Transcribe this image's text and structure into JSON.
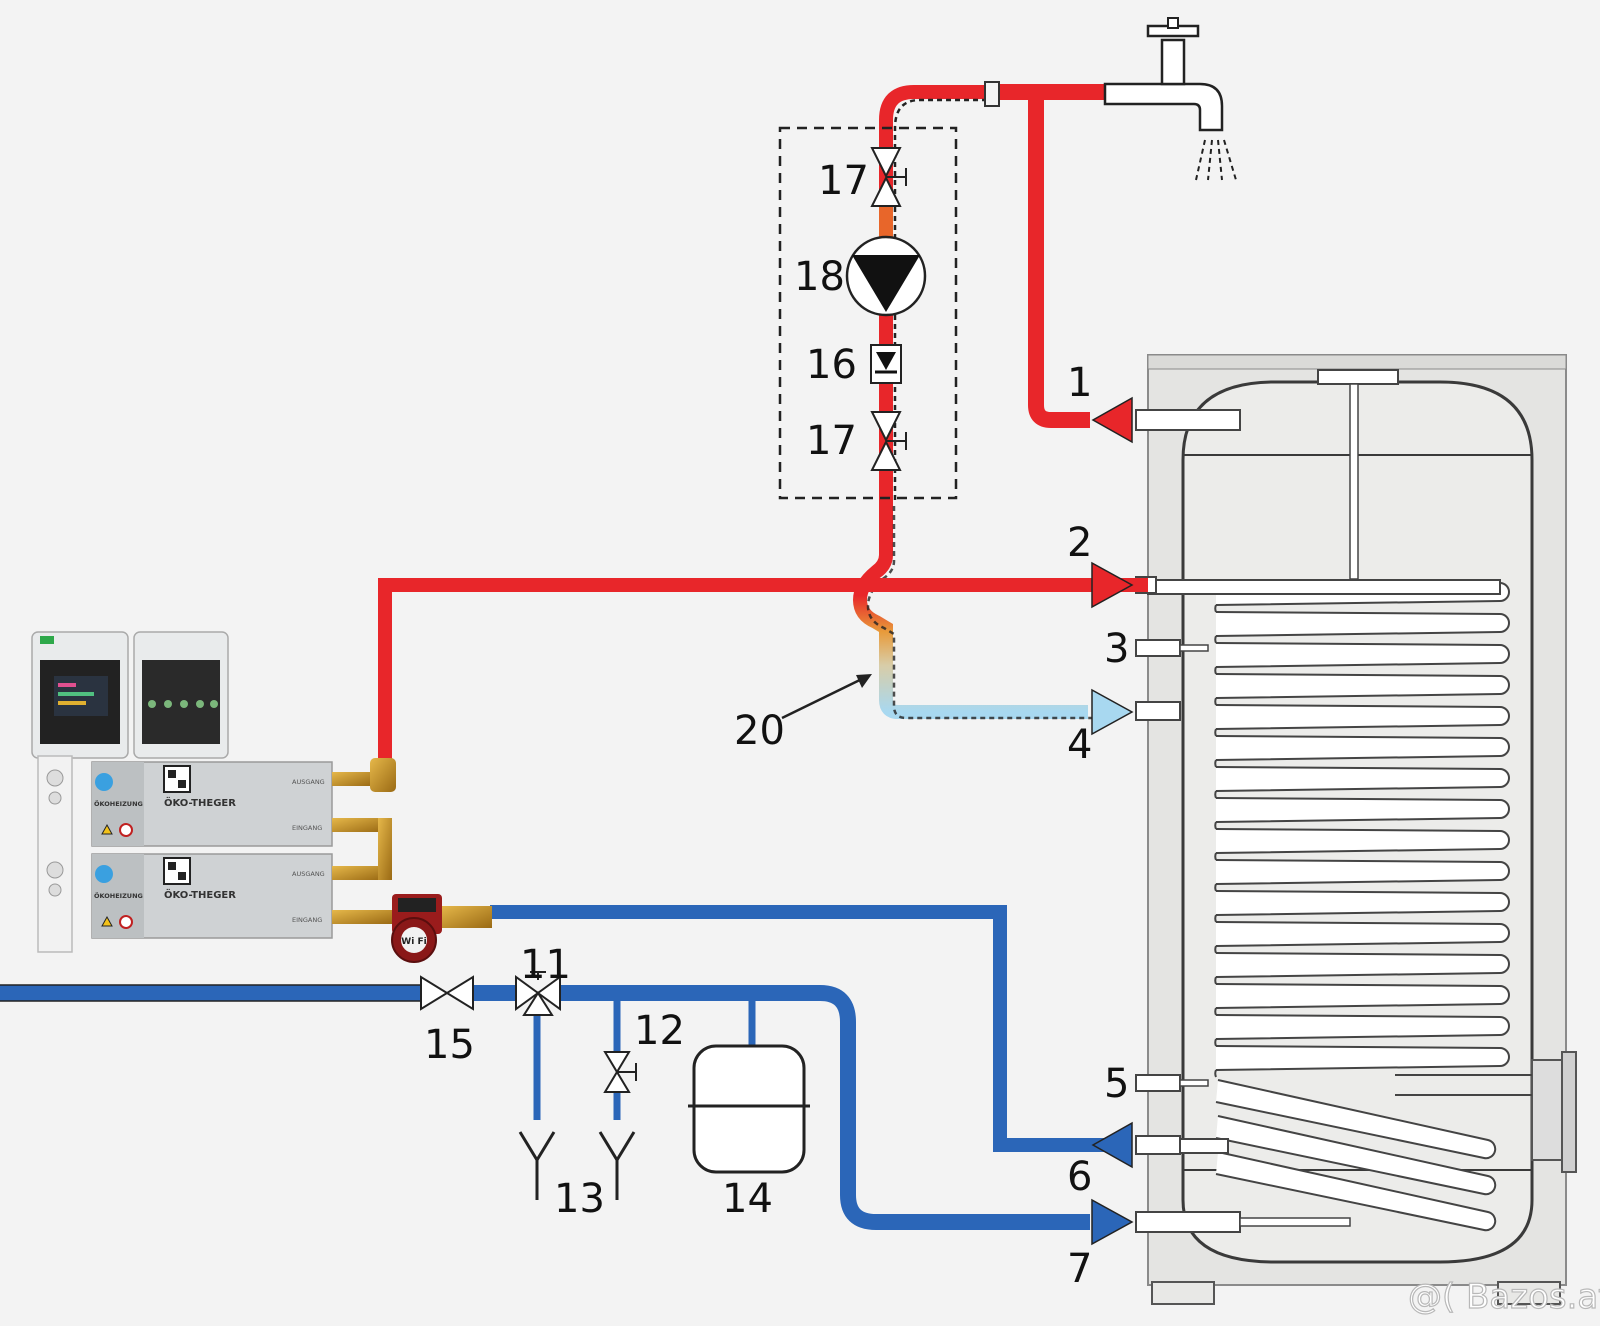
{
  "labels": {
    "n1": "1",
    "n2": "2",
    "n3": "3",
    "n4": "4",
    "n5": "5",
    "n6": "6",
    "n7": "7",
    "n11": "11",
    "n12": "12",
    "n13a": "13",
    "n14": "14",
    "n15": "15",
    "n16": "16",
    "n17a": "17",
    "n17b": "17",
    "n18": "18",
    "n20": "20"
  },
  "device": {
    "brand_top": "ÖKOHEIZUNG",
    "brand_bottom": "ÖKOHEIZUNG",
    "model_top": "ÖKO-THEGER",
    "model_bottom": "ÖKO-THEGER",
    "out_top": "AUSGANG",
    "in_top": "EINGANG",
    "out_bottom": "AUSGANG",
    "in_bottom": "EINGANG",
    "pump_badge": "Wi Fi"
  },
  "watermark": "@( Bazos.at",
  "colors": {
    "hot": "#e8262a",
    "cold": "#2b66b8",
    "return_light": "#a8d8f0",
    "tank_body": "#e4e4e2",
    "outline": "#222222"
  }
}
